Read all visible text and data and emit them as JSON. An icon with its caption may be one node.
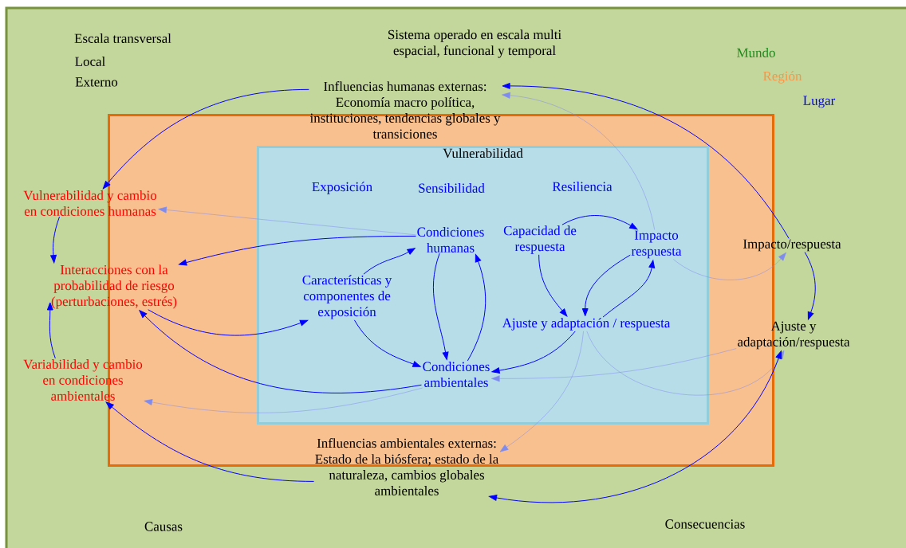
{
  "diagram": {
    "nodes": [
      {
        "text": [],
        "shape": "box"
      },
      {
        "text": [
          "Vulnerabilidad"
        ],
        "in": 0
      },
      {
        "text": [
          "Influencias humanas externas: Economía macro política, instituciones, tendencias globales y transiciones"
        ]
      },
      {
        "text": [
          "Vulnerabilidad y cambio en condiciones humanas"
        ]
      },
      {
        "text": [
          "Interacciones con la probabilidad de riesgo (perturbaciones, estrés)"
        ]
      },
      {
        "text": [
          "Variabilidad y cambio en condiciones ambientales"
        ]
      },
      {
        "text": [
          "Condiciones humanas"
        ],
        "in": 1
      },
      {
        "text": [
          "Características y componentes de exposición"
        ],
        "in": 1
      },
      {
        "text": [
          "Condiciones ambientales"
        ],
        "in": 1
      },
      {
        "text": [
          "Capacidad de respuesta"
        ],
        "in": 1
      },
      {
        "text": [
          "Impacto respuesta"
        ],
        "in": 1
      },
      {
        "text": [
          "Ajuste y adaptación / respuesta"
        ],
        "in": 1
      },
      {
        "text": [
          "Impacto/respuesta"
        ]
      },
      {
        "text": [
          "Ajuste y adaptación/respuesta"
        ]
      },
      {
        "text": [
          "Influencias ambientales externas: Estado de la biósfera; estado de la naturaleza, cambios globales ambientales"
        ]
      }
    ],
    "edges": [
      {
        "from": 2,
        "to": 3,
        "arrow": "to"
      },
      {
        "from": 12,
        "to": 2,
        "arrow": "to"
      },
      {
        "from": 10,
        "to": 2,
        "arrow": "to",
        "color": "#7f8cef"
      },
      {
        "from": 6,
        "to": 3,
        "arrow": "to",
        "color": "#7f8cef"
      },
      {
        "from": 6,
        "to": 4,
        "arrow": "to"
      },
      {
        "from": 3,
        "to": 4,
        "arrow": "to"
      },
      {
        "from": 5,
        "to": 4,
        "arrow": "to"
      },
      {
        "from": 4,
        "to": 7,
        "arrow": "to"
      },
      {
        "from": 8,
        "to": 4,
        "arrow": "to"
      },
      {
        "from": 8,
        "to": 5,
        "arrow": "to",
        "color": "#7f8cef"
      },
      {
        "from": 14,
        "to": 5,
        "arrow": "to"
      },
      {
        "from": 7,
        "to": 6,
        "arrow": "to"
      },
      {
        "from": 7,
        "to": 8,
        "arrow": "to"
      },
      {
        "from": 6,
        "to": 8,
        "arrow": "to"
      },
      {
        "from": 8,
        "to": 6,
        "arrow": "to"
      },
      {
        "from": 9,
        "to": 10,
        "arrow": "to"
      },
      {
        "from": 9,
        "to": 11,
        "arrow": "to"
      },
      {
        "from": 10,
        "to": 11,
        "arrow": "to"
      },
      {
        "from": 11,
        "to": 10,
        "arrow": "to"
      },
      {
        "from": 11,
        "to": 8,
        "arrow": "to"
      },
      {
        "from": 11,
        "to": 14,
        "arrow": "to",
        "color": "#7f8cef"
      },
      {
        "from": 11,
        "to": 13,
        "arrow": "to",
        "color": "#7f8cef"
      },
      {
        "from": 13,
        "to": 14,
        "arrow": "both"
      },
      {
        "from": 13,
        "to": 8,
        "arrow": "to",
        "color": "#7f8cef"
      },
      {
        "from": 10,
        "to": 12,
        "arrow": "to",
        "color": "#7f8cef"
      },
      {
        "from": 12,
        "to": 13,
        "arrow": "to"
      }
    ],
    "labels": [
      "Escala transversal",
      "Local",
      "Externo",
      "Sistema operado en escala multi espacial, funcional y temporal",
      "Mundo",
      "Región",
      "Lugar",
      "Exposición",
      "Sensibilidad",
      "Resiliencia",
      "Causas",
      "Consecuencias"
    ]
  }
}
